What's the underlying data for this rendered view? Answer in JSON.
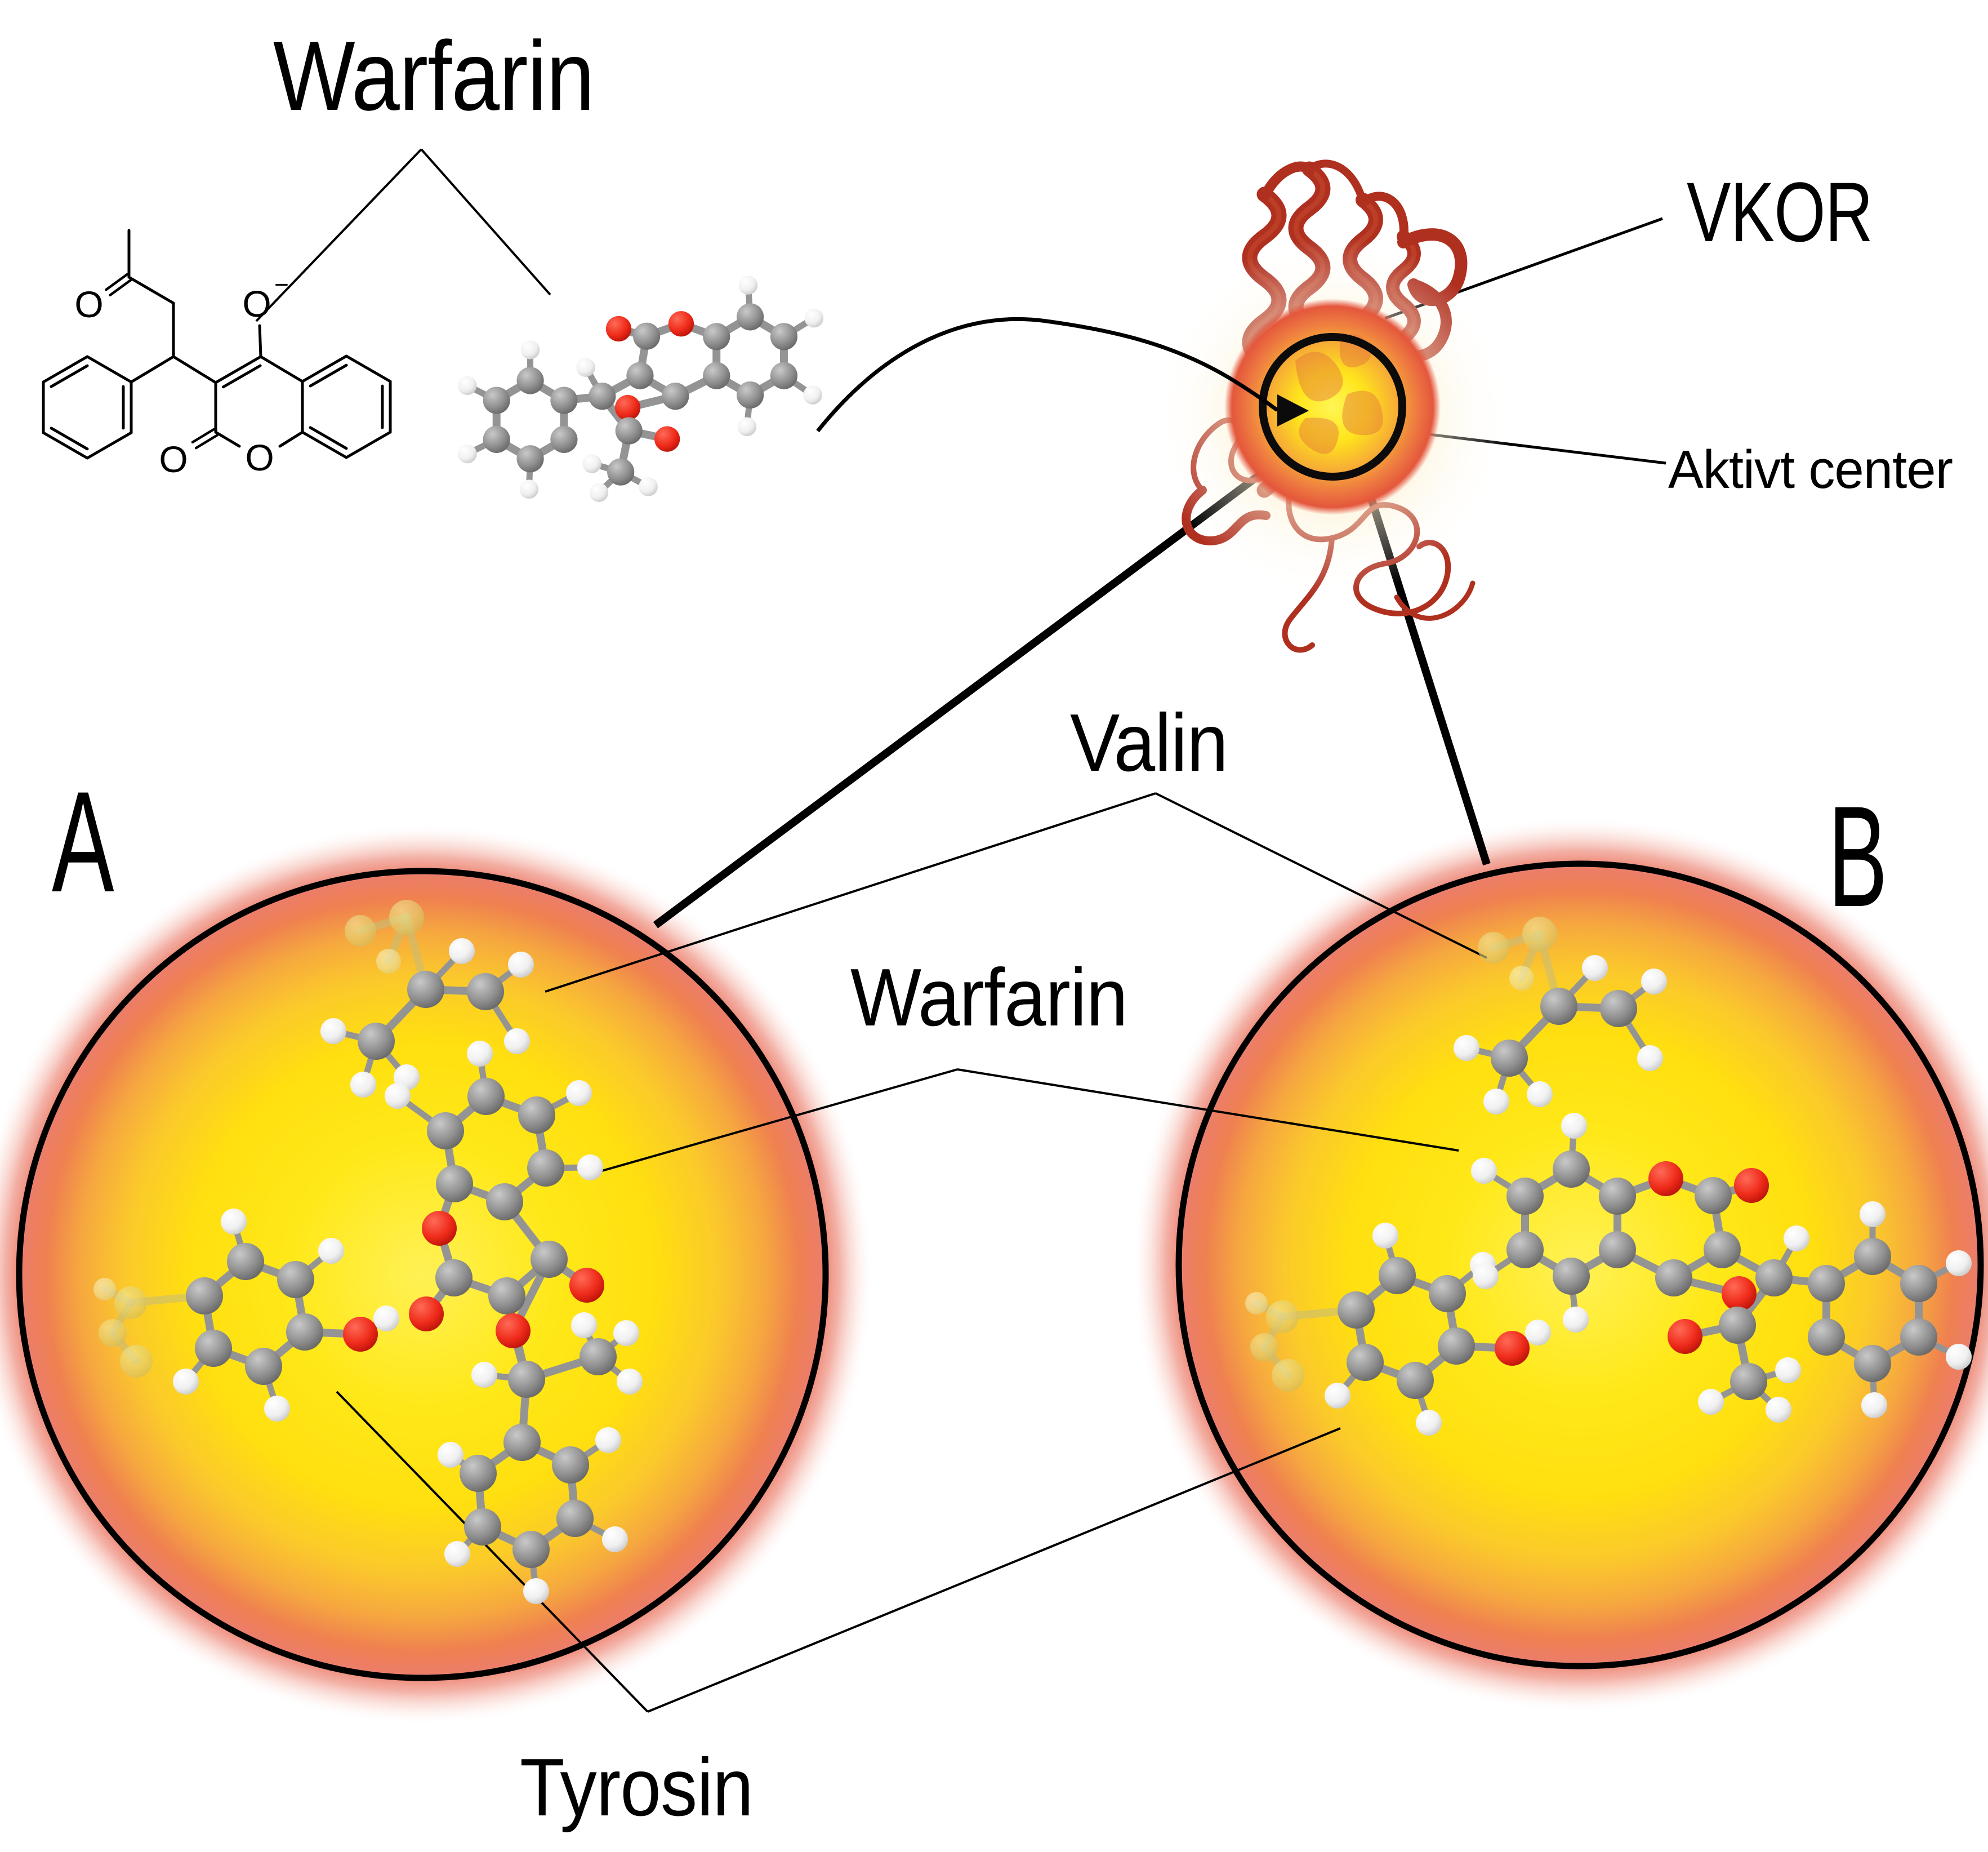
{
  "figure": {
    "labels": {
      "warfarin_top": "Warfarin",
      "vkor": "VKOR",
      "active_center": "Aktivt center",
      "valine": "Valin",
      "warfarin_mid": "Warfarin",
      "tyrosine": "Tyrosin",
      "panel_a": "A",
      "panel_b": "B"
    },
    "structure_labels": {
      "ketone_oxygen": "O",
      "lactone_oxygen": "O",
      "ring_oxygen": "O",
      "enolate_oxygen": "O",
      "enolate_charge": "−"
    },
    "legend_semantics": {
      "gray_sphere": "carbon atom",
      "white_sphere": "hydrogen atom",
      "red_sphere": "oxygen atom",
      "yellow_faded_sphere": "protein backbone atom (faded)",
      "red_ribbon": "VKOR protein helix",
      "yellow_glow_circle": "binding pocket / active site"
    },
    "colors": {
      "carbon": "#8a8a8a",
      "hydrogen": "#ffffff",
      "oxygen": "#e02314",
      "faded_atom": "#e3d380",
      "protein_ribbon": "#b03020",
      "pocket_core_yellow": "#ffe417",
      "pocket_orange": "#f5a042",
      "pocket_red": "#ea7a5c",
      "outline_black": "#000000",
      "bond_gray": "#949494"
    }
  }
}
